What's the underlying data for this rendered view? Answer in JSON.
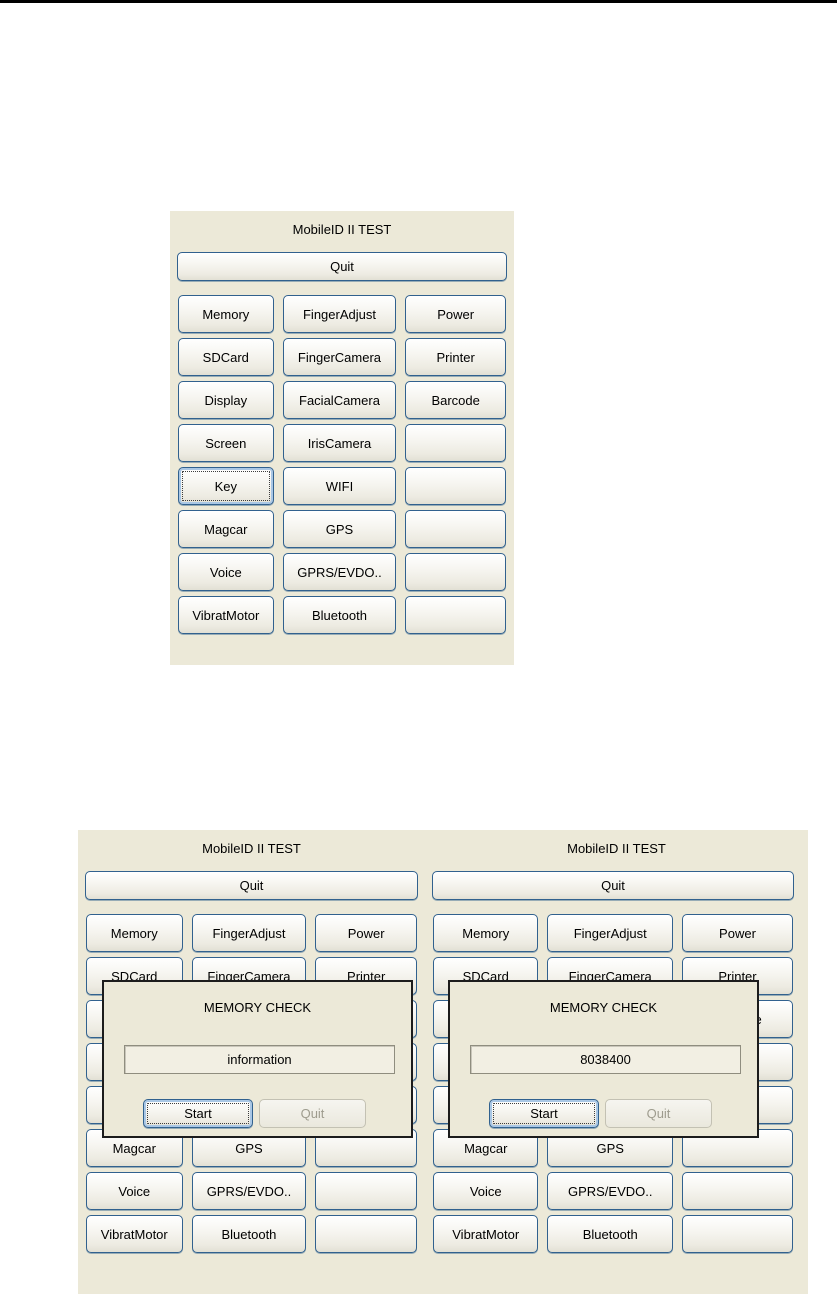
{
  "page": {
    "background": "#ffffff",
    "top_rule_color": "#000000"
  },
  "colors": {
    "panel_bg": "#ece9d8",
    "button_border": "#31618e",
    "button_text": "#000000",
    "focus_glow": "#a9c7e5",
    "dialog_border": "#1c1c1c",
    "disabled_border": "#c3c1b3",
    "disabled_text": "#9e9c8e",
    "field_border": "#8f8d7f",
    "field_bg": "#f2efe3"
  },
  "app": {
    "title": "MobileID II TEST",
    "quit_label": "Quit",
    "focused_button": "Key",
    "button_rows": [
      [
        "Memory",
        "FingerAdjust",
        "Power"
      ],
      [
        "SDCard",
        "FingerCamera",
        "Printer"
      ],
      [
        "Display",
        "FacialCamera",
        "Barcode"
      ],
      [
        "Screen",
        "IrisCamera",
        ""
      ],
      [
        "Key",
        "WIFI",
        ""
      ],
      [
        "Magcar",
        "GPS",
        ""
      ],
      [
        "Voice",
        "GPRS/EVDO..",
        ""
      ],
      [
        "VibratMotor",
        "Bluetooth",
        ""
      ]
    ]
  },
  "dialogs": {
    "left": {
      "title": "MEMORY CHECK",
      "value": "information",
      "start_label": "Start",
      "quit_label": "Quit",
      "quit_disabled": true
    },
    "right": {
      "title": "MEMORY CHECK",
      "value": "8038400",
      "start_label": "Start",
      "quit_label": "Quit",
      "quit_disabled": true
    }
  }
}
